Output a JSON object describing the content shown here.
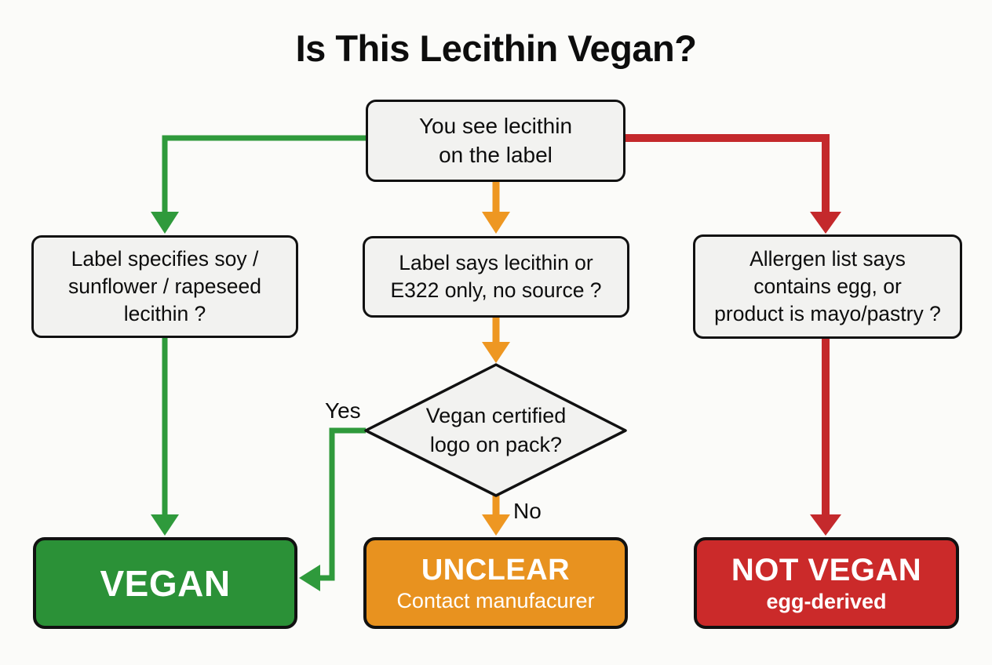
{
  "title": "Is This Lecithin Vegan?",
  "colors": {
    "green": "#2B9137",
    "green-line": "#2F9A3C",
    "orange": "#E8921F",
    "orange-line": "#EE9722",
    "red": "#CB2A2A",
    "red-line": "#C4292C",
    "node-fill": "#F2F2F0",
    "node-border": "#111111",
    "bg": "#FBFBF9"
  },
  "nodes": {
    "start": {
      "lines": [
        "You see lecithin",
        "on the label"
      ]
    },
    "soy": {
      "lines": [
        "Label specifies soy /",
        "sunflower / rapeseed",
        "lecithin ?"
      ]
    },
    "e322": {
      "lines": [
        "Label says lecithin or",
        "E322 only, no source ?"
      ]
    },
    "allergen": {
      "lines": [
        "Allergen list says",
        "contains egg, or",
        "product is mayo/pastry ?"
      ]
    },
    "certified": {
      "lines": [
        "Vegan certified",
        "logo on pack?"
      ]
    },
    "vegan": {
      "label": "VEGAN"
    },
    "unclear": {
      "label": "UNCLEAR",
      "sublabel": "Contact manufacurer"
    },
    "not_vegan": {
      "label": "NOT VEGAN",
      "sublabel": "egg-derived"
    }
  },
  "edge_labels": {
    "yes": "Yes",
    "no": "No"
  }
}
